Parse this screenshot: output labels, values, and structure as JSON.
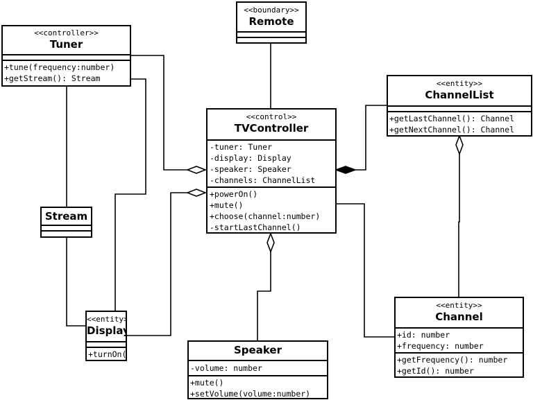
{
  "classes": {
    "tuner": {
      "stereotype": "<<controller>>",
      "name": "Tuner",
      "attributes": [],
      "operations": [
        "+tune(frequency:number)",
        "+getStream(): Stream"
      ]
    },
    "remote": {
      "stereotype": "<<boundary>>",
      "name": "Remote",
      "attributes": [],
      "operations": []
    },
    "channellist": {
      "stereotype": "<<entity>>",
      "name": "ChannelList",
      "attributes": [],
      "operations": [
        "+getLastChannel(): Channel",
        "+getNextChannel(): Channel"
      ]
    },
    "tvcontroller": {
      "stereotype": "<<control>>",
      "name": "TVController",
      "attributes": [
        "-tuner: Tuner",
        "-display: Display",
        "-speaker: Speaker",
        "-channels: ChannelList"
      ],
      "operations": [
        "+powerOn()",
        "+mute()",
        "+choose(channel:number)",
        "-startLastChannel()"
      ]
    },
    "stream": {
      "stereotype": "",
      "name": "Stream",
      "attributes": [],
      "operations": []
    },
    "display": {
      "stereotype": "<<entity>>",
      "name": "Display",
      "attributes": [],
      "operations": [
        "+turnOn()"
      ]
    },
    "speaker": {
      "stereotype": "",
      "name": "Speaker",
      "attributes": [
        "-volume: number"
      ],
      "operations": [
        "+mute()",
        "+setVolume(volume:number)"
      ]
    },
    "channel": {
      "stereotype": "<<entity>>",
      "name": "Channel",
      "attributes": [
        "+id: number",
        "+frequency: number"
      ],
      "operations": [
        "+getFrequency(): number",
        "+getId(): number"
      ]
    }
  }
}
